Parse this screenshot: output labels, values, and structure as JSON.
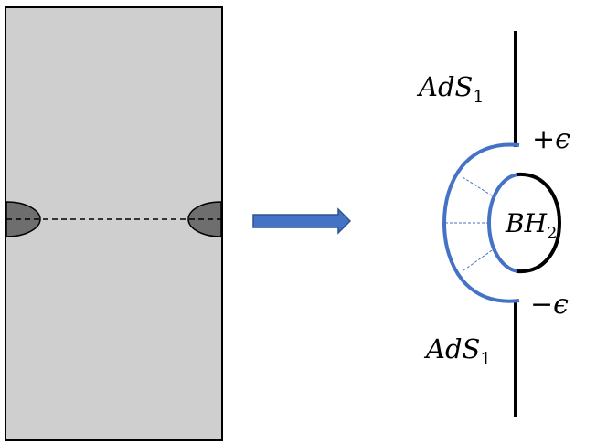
{
  "labels": {
    "ads_upper_base": "AdS",
    "ads_upper_sub": "1",
    "ads_lower_base": "AdS",
    "ads_lower_sub": "1",
    "plus_epsilon": "+ϵ",
    "minus_epsilon": "−ϵ",
    "bh_base": "BH",
    "bh_sub": "2"
  },
  "colors": {
    "panel_fill": "#d0cfd0",
    "panel_stroke": "#000000",
    "cap_fill": "#6f6e6f",
    "arrow_fill": "#4472c4",
    "arrow_stroke": "#2f528f",
    "blue_curve": "#4472c4",
    "black_line": "#000000"
  }
}
